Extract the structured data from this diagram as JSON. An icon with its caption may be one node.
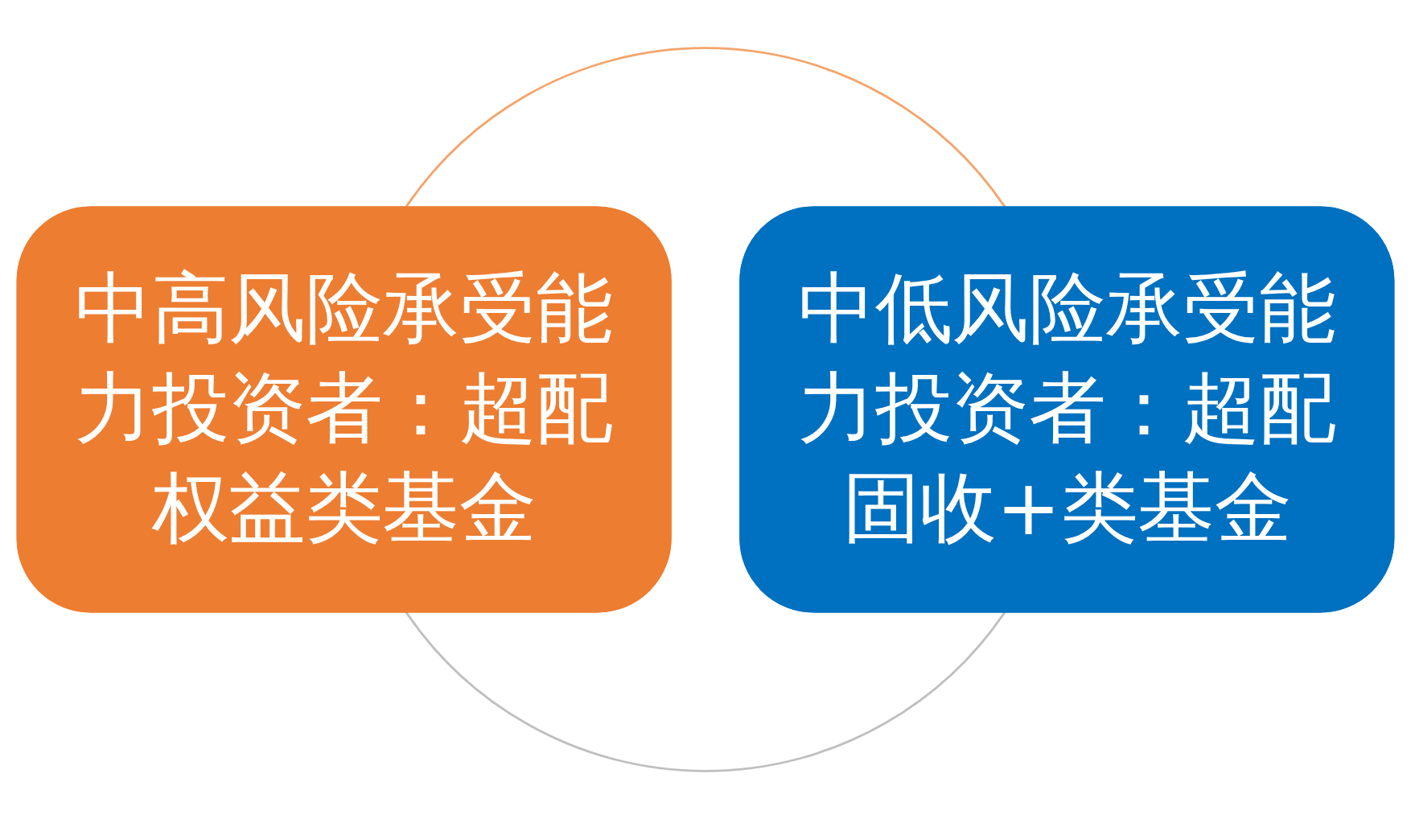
{
  "diagram": {
    "nodes": [
      {
        "text": [
          "中高风险承受能力投资者：超配权益类基金"
        ]
      },
      {
        "text": [
          "中低风险承受能力投资者：超配固收+类基金"
        ]
      }
    ],
    "edges": [
      {
        "from": 0,
        "to": 1,
        "arrow": "none",
        "color": "#f4a46c"
      },
      {
        "from": 1,
        "to": 0,
        "arrow": "none",
        "color": "#bfbfbf"
      }
    ]
  }
}
